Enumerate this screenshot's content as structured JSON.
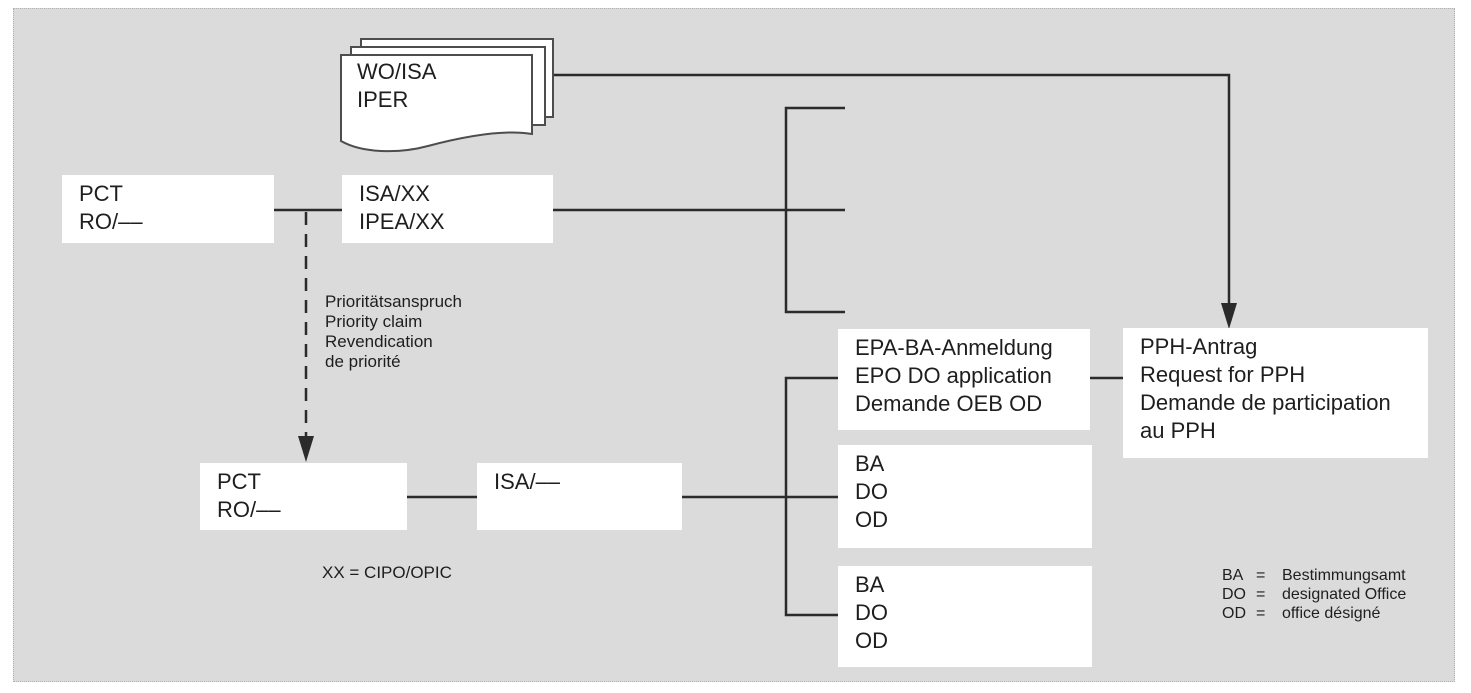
{
  "colors": {
    "panel_bg": "#dbdbdb",
    "line": "#2b2b2b",
    "text": "#1e1e1e",
    "box_bg": "#ffffff"
  },
  "document_stack": {
    "lines": [
      "WO/ISA",
      "IPER"
    ]
  },
  "nodes": {
    "pct_origin": {
      "lines": [
        "PCT",
        "RO/––"
      ]
    },
    "isa_xx": {
      "lines": [
        "ISA/XX",
        "IPEA/XX"
      ]
    },
    "pct_second": {
      "lines": [
        "PCT",
        "RO/––"
      ]
    },
    "isa_none": {
      "lines": [
        "ISA/––"
      ]
    },
    "epa_do": {
      "lines": [
        "EPA-BA-Anmeldung",
        "EPO DO application",
        "Demande OEB OD"
      ]
    },
    "pph_request": {
      "lines": [
        "PPH-Antrag",
        "Request for PPH",
        "Demande de participation",
        "au PPH"
      ]
    },
    "ba_do_od_1": {
      "lines": [
        "BA",
        "DO",
        "OD"
      ]
    },
    "ba_do_od_2": {
      "lines": [
        "BA",
        "DO",
        "OD"
      ]
    }
  },
  "annotations": {
    "priority_claim": {
      "lines": [
        "Prioritätsanspruch",
        "Priority claim",
        "Revendication",
        "de priorité"
      ]
    },
    "xx_note": "XX = CIPO/OPIC",
    "legend": {
      "rows": [
        {
          "abbr": "BA",
          "eq": "=",
          "def": "Bestimmungsamt"
        },
        {
          "abbr": "DO",
          "eq": "=",
          "def": "designated Office"
        },
        {
          "abbr": "OD",
          "eq": "=",
          "def": "office désigné"
        }
      ]
    }
  }
}
